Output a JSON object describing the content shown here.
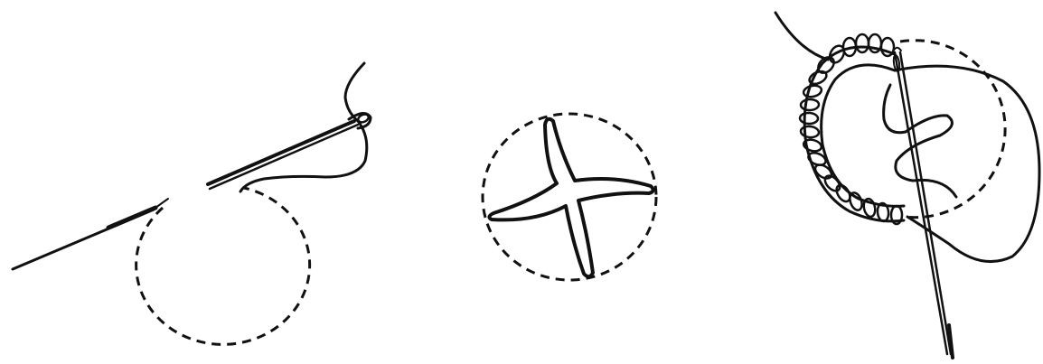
{
  "figure": {
    "panels": [
      {
        "id": "step-1",
        "icons": [
          "needle-icon",
          "thread-icon",
          "dashed-circle-icon"
        ]
      },
      {
        "id": "step-2",
        "icons": [
          "dashed-circle-icon",
          "cross-cut-icon"
        ]
      },
      {
        "id": "step-3",
        "icons": [
          "needle-icon",
          "thread-icon",
          "dashed-circle-icon",
          "buttonhole-stitches-icon"
        ]
      }
    ],
    "colors": {
      "ink": "#111111",
      "background": "#ffffff"
    }
  }
}
